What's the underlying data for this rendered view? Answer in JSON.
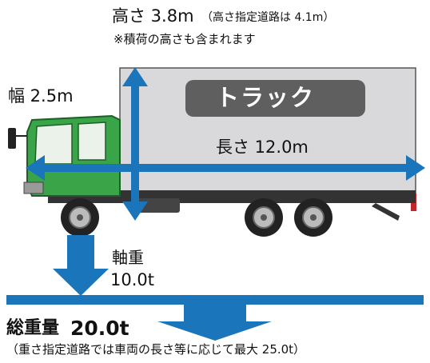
{
  "height_label": "高さ 3.8m",
  "height_note": "（高さ指定道路は 4.1m）",
  "cargo_note": "※積荷の高さも含まれます",
  "width_label": "幅 2.5m",
  "length_label": "長さ 12.0m",
  "truck_badge": "トラック",
  "axle_label": "軸重",
  "axle_value": "10.0t",
  "gross_label": "総重量",
  "gross_value": "20.0t",
  "gross_note": "（重さ指定道路では車両の長さ等に応じて最大 25.0t）",
  "colors": {
    "arrow_blue": "#1b75bb",
    "cab_green": "#3aa548",
    "cargo_gray": "#d9d9dc",
    "badge_dark": "#5f5f5f"
  }
}
